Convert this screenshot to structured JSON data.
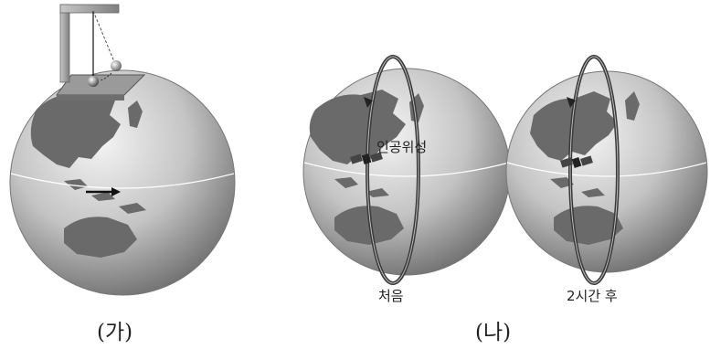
{
  "panels": [
    {
      "label": "(가)"
    },
    {
      "label": "(나)"
    }
  ],
  "satellite_label": "인공위성",
  "captions": [
    "처음",
    "2시간 후"
  ],
  "colors": {
    "globe_light": "#f2f2f2",
    "globe_mid": "#b9b9b9",
    "globe_dark": "#6e6e6e",
    "land": "#6a6a6a",
    "orbit": "#3a3a3a",
    "frame": "#9a9a9a"
  }
}
